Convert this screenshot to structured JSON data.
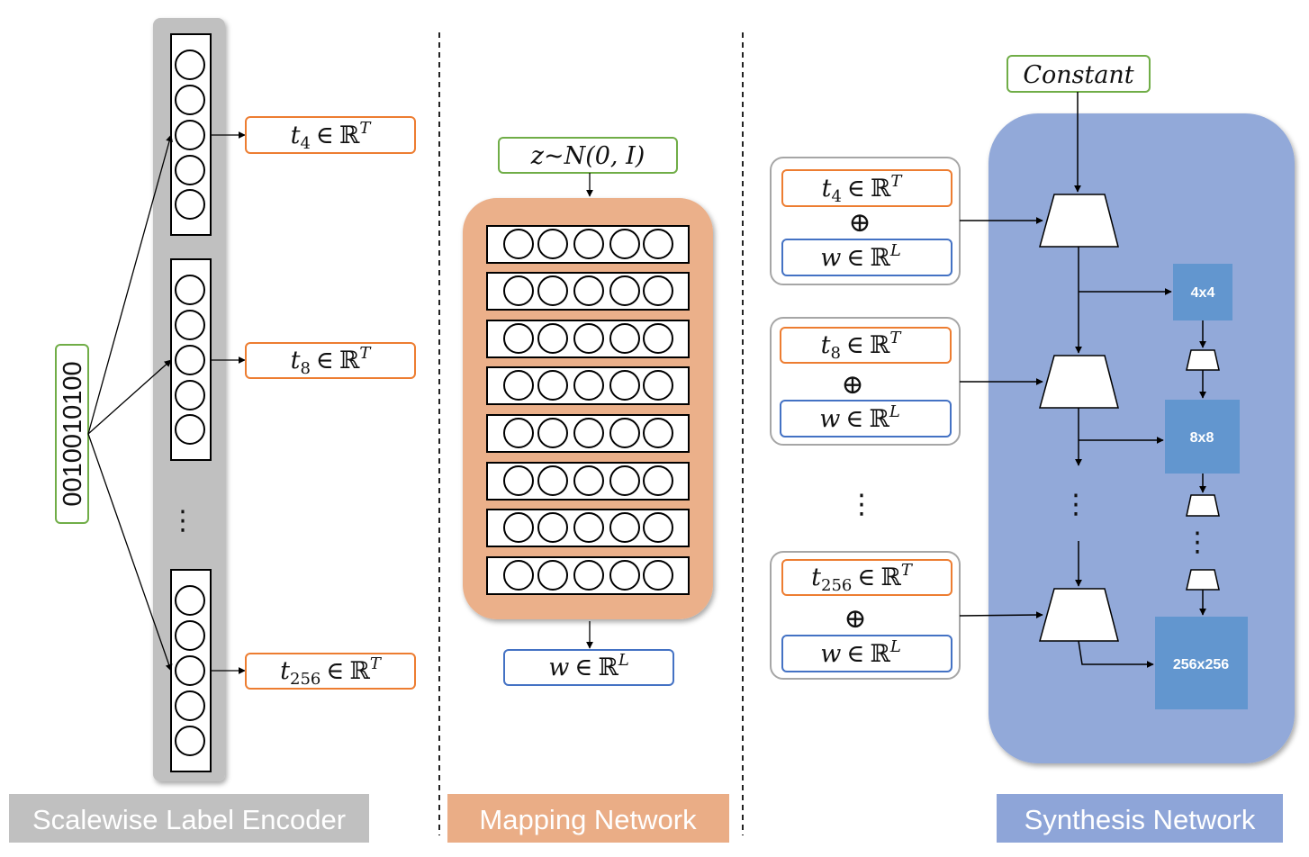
{
  "panels": {
    "encoder": {
      "banner": "Scalewise Label Encoder",
      "input_bits": "0010010100"
    },
    "mapping": {
      "banner": "Mapping Network"
    },
    "synthesis": {
      "banner": "Synthesis Network"
    }
  },
  "encoder_outputs": [
    {
      "base": "t",
      "sub": "4",
      "rel": "∈",
      "set": "ℝ",
      "sup": "T"
    },
    {
      "base": "t",
      "sub": "8",
      "rel": "∈",
      "set": "ℝ",
      "sup": "T"
    },
    {
      "base": "t",
      "sub": "256",
      "rel": "∈",
      "set": "ℝ",
      "sup": "T"
    }
  ],
  "mapping_input": "z~N(0, I)",
  "mapping_output": {
    "base": "w",
    "rel": "∈",
    "set": "ℝ",
    "sup": "L"
  },
  "synthesis_input": "Constant",
  "style_inputs": [
    {
      "t_base": "t",
      "t_sub": "4",
      "t_rel": "∈",
      "t_set": "ℝ",
      "t_sup": "T",
      "op": "⊕",
      "w_base": "w",
      "w_rel": "∈",
      "w_set": "ℝ",
      "w_sup": "L"
    },
    {
      "t_base": "t",
      "t_sub": "8",
      "t_rel": "∈",
      "t_set": "ℝ",
      "t_sup": "T",
      "op": "⊕",
      "w_base": "w",
      "w_rel": "∈",
      "w_set": "ℝ",
      "w_sup": "L"
    },
    {
      "t_base": "t",
      "t_sub": "256",
      "t_rel": "∈",
      "t_set": "ℝ",
      "t_sup": "T",
      "op": "⊕",
      "w_base": "w",
      "w_rel": "∈",
      "w_set": "ℝ",
      "w_sup": "L"
    }
  ],
  "resolutions": [
    "4x4",
    "8x8",
    "256x256"
  ],
  "ellipsis": "⋮",
  "colors": {
    "encoder_bg": "#c0c0c0",
    "encoder_banner": "#c0c0c0",
    "mapping_bg": "#ebb08a",
    "mapping_banner": "#eaad86",
    "synthesis_bg": "#92a9d9",
    "synthesis_banner": "#8ea5d8",
    "resolution_block": "#6296cf",
    "green_border": "#70ad47",
    "orange_border": "#ed7d31",
    "blue_border": "#4472c4",
    "gray_border": "#a6a6a6"
  }
}
